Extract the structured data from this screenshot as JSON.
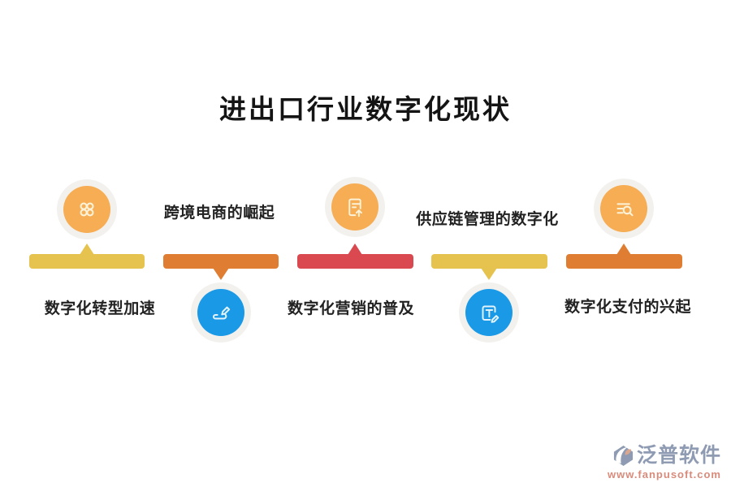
{
  "title": "进出口行业数字化现状",
  "items": [
    {
      "label": "数字化转型加速",
      "icon": "dots-grid-icon",
      "bar_color": "#E6C24E",
      "icon_bg": "#F6AD53",
      "icon_position": "top",
      "arrow": "up"
    },
    {
      "label": "跨境电商的崛起",
      "icon": "pen-signature-icon",
      "bar_color": "#DF7E33",
      "icon_bg": "#1A99E6",
      "icon_position": "bottom",
      "arrow": "down"
    },
    {
      "label": "数字化营销的普及",
      "icon": "document-upload-icon",
      "bar_color": "#D9494F",
      "icon_bg": "#F6AD53",
      "icon_position": "top",
      "arrow": "up"
    },
    {
      "label": "供应链管理的数字化",
      "icon": "text-edit-icon",
      "bar_color": "#E6C24E",
      "icon_bg": "#1A99E6",
      "icon_position": "bottom",
      "arrow": "down"
    },
    {
      "label": "数字化支付的兴起",
      "icon": "search-list-icon",
      "bar_color": "#DF7E33",
      "icon_bg": "#F6AD53",
      "icon_position": "top",
      "arrow": "up"
    }
  ],
  "colors": {
    "halo": "#F2F1EE",
    "title_text": "#141414",
    "label_text": "#222222"
  },
  "watermark": {
    "brand": "泛普软件",
    "url": "www.fanpusoft.com"
  }
}
